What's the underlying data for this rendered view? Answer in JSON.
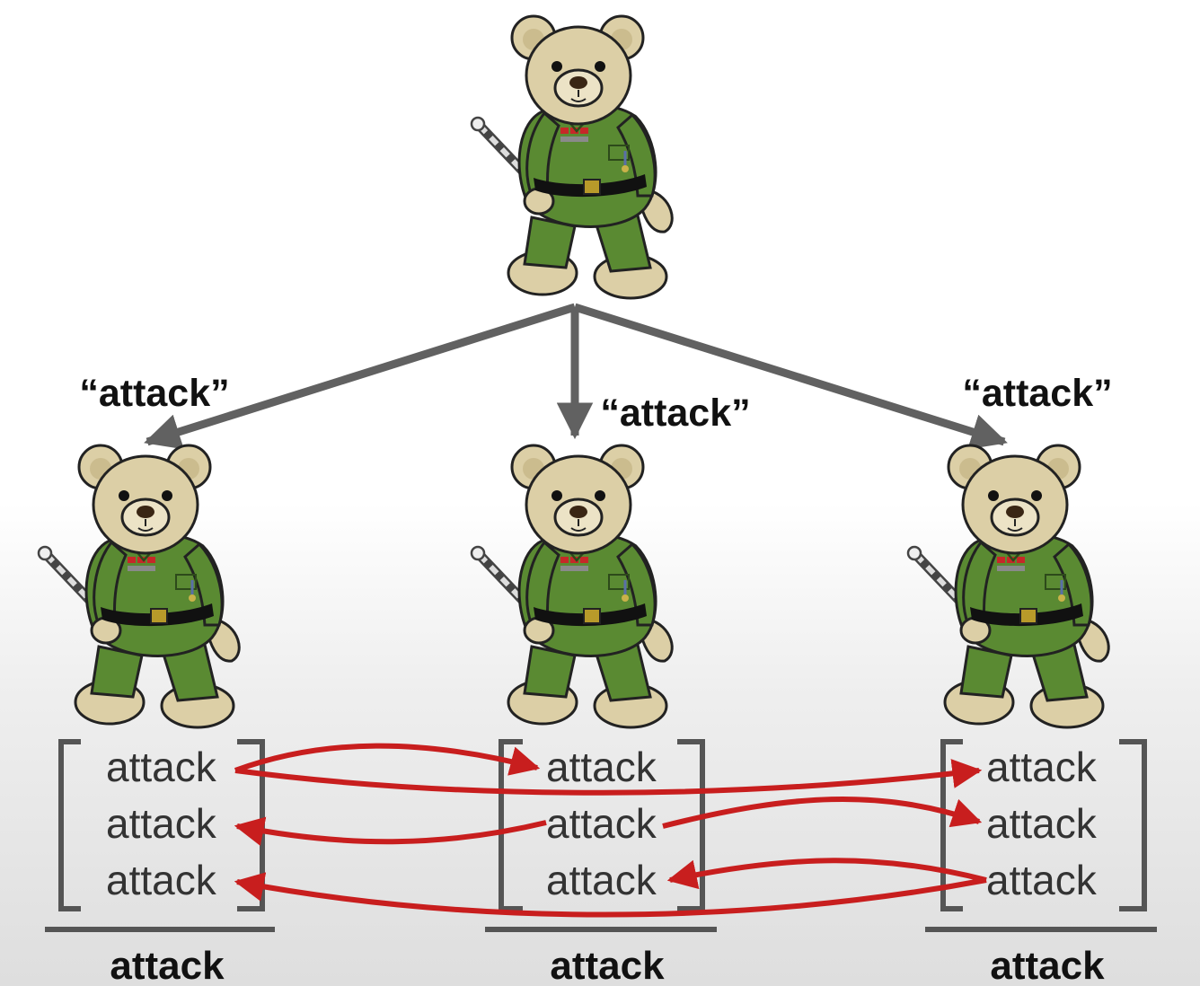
{
  "commander": {
    "icon": "teddy-bear-general-icon"
  },
  "orders": [
    {
      "label": "“attack”"
    },
    {
      "label": "“attack”"
    },
    {
      "label": "“attack”"
    }
  ],
  "lieutenants": [
    {
      "icon": "teddy-bear-general-icon",
      "received": [
        "attack",
        "attack",
        "attack"
      ],
      "decision": "attack"
    },
    {
      "icon": "teddy-bear-general-icon",
      "received": [
        "attack",
        "attack",
        "attack"
      ],
      "decision": "attack"
    },
    {
      "icon": "teddy-bear-general-icon",
      "received": [
        "attack",
        "attack",
        "attack"
      ],
      "decision": "attack"
    }
  ],
  "colors": {
    "order_arrow": "#616161",
    "relay_arrow": "#c81e1e",
    "uniform": "#5a8a32",
    "fur": "#dccfa6"
  }
}
